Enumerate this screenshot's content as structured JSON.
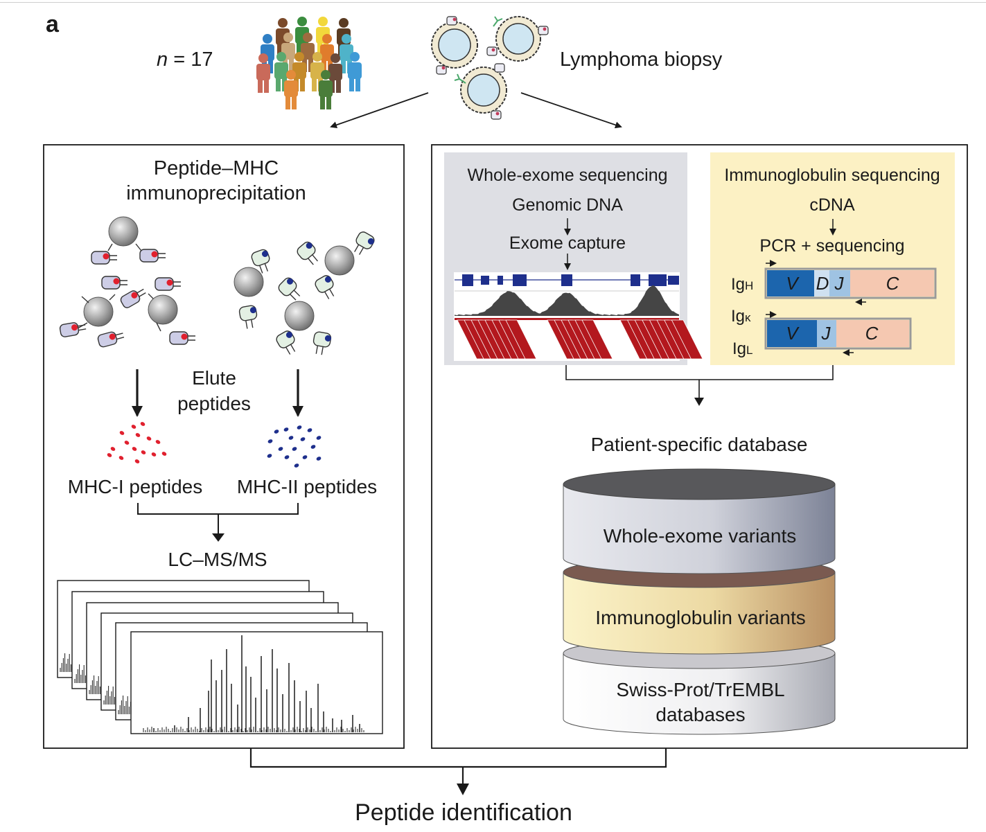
{
  "panel_letter": "a",
  "top": {
    "cohort_var": "n",
    "cohort_rest": " = 17",
    "biopsy_label": "Lymphoma biopsy"
  },
  "left_box": {
    "title_line1": "Peptide–MHC",
    "title_line2": "immunoprecipitation",
    "elute_line1": "Elute",
    "elute_line2": "peptides",
    "mhc1_label": "MHC-I peptides",
    "mhc2_label": "MHC-II peptides",
    "lcms_label": "LC–MS/MS"
  },
  "right_box": {
    "wes": {
      "title": "Whole-exome sequencing",
      "step1": "Genomic DNA",
      "step2": "Exome capture"
    },
    "ig": {
      "title": "Immunoglobulin sequencing",
      "step1": "cDNA",
      "step2": "PCR + sequencing",
      "heavy_name": "Ig",
      "heavy_sub": "H",
      "kappa_name": "Ig",
      "kappa_sub": "κ",
      "lambda_name": "Ig",
      "lambda_sub": "L",
      "heavy_segments": [
        "V",
        "D",
        "J",
        "C"
      ],
      "light_segments": [
        "V",
        "J",
        "C"
      ]
    },
    "db_title": "Patient-specific database",
    "db_layers": {
      "exome": "Whole-exome variants",
      "ig": "Immunoglobulin variants",
      "swiss_line1": "Swiss-Prot/TrEMBL",
      "swiss_line2": "databases"
    }
  },
  "final_label": "Peptide identification",
  "colors": {
    "wes_panel": "#dedfe4",
    "ig_panel": "#fcf1c4",
    "v_segment": "#1c65ad",
    "j_segment": "#9fc3e3",
    "d_segment": "#cfe0f0",
    "c_segment": "#f5c8b1",
    "mhc1_peptide": "#e0202e",
    "mhc2_peptide": "#1e2f8c",
    "read_pileup": "#b3181e",
    "exon": "#1e2f8c"
  }
}
